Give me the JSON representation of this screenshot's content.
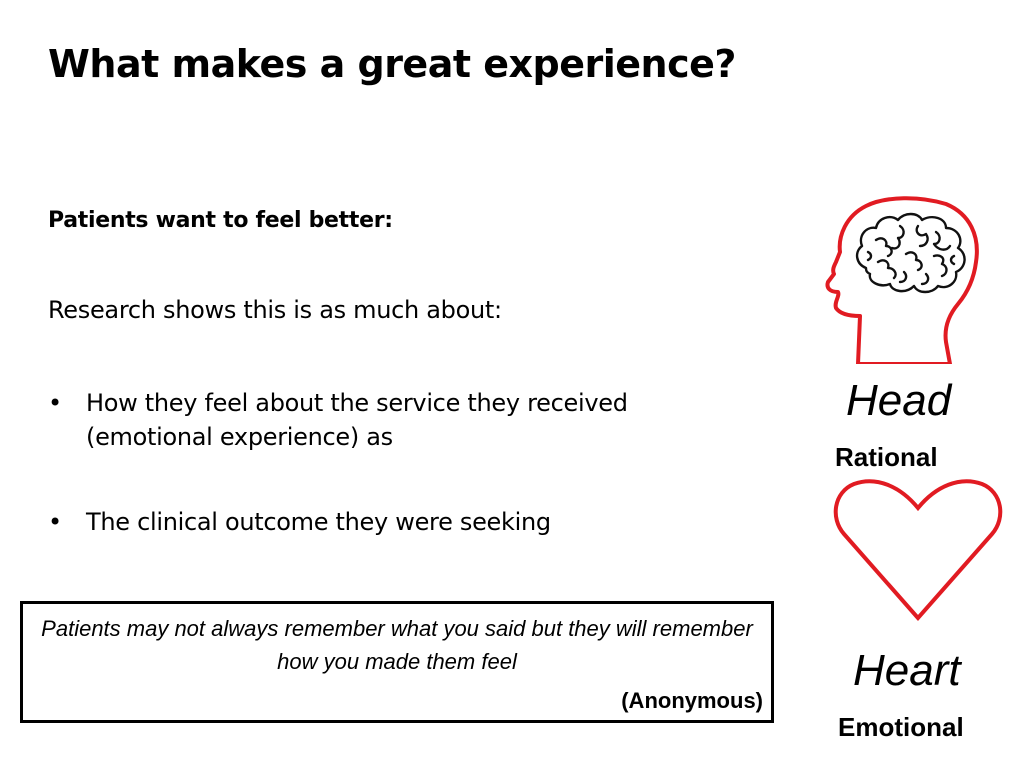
{
  "slide": {
    "title": "What makes a great experience?",
    "subheading": "Patients want to feel better:",
    "intro": "Research shows this is as much about:",
    "bullets": [
      "How they feel about the service they received (emotional experience) as",
      "The clinical outcome they were seeking"
    ],
    "bullet_marker": "•"
  },
  "quote": {
    "text": "Patients may not always remember what you said but they will remember how you made them feel",
    "attribution": "(Anonymous)"
  },
  "graphics": {
    "head": {
      "icon": "head-brain-icon",
      "label": "Head",
      "sublabel": "Rational",
      "outline_color": "#e11b22"
    },
    "heart": {
      "icon": "heart-icon",
      "label": "Heart",
      "sublabel": "Emotional",
      "outline_color": "#e11b22"
    }
  }
}
